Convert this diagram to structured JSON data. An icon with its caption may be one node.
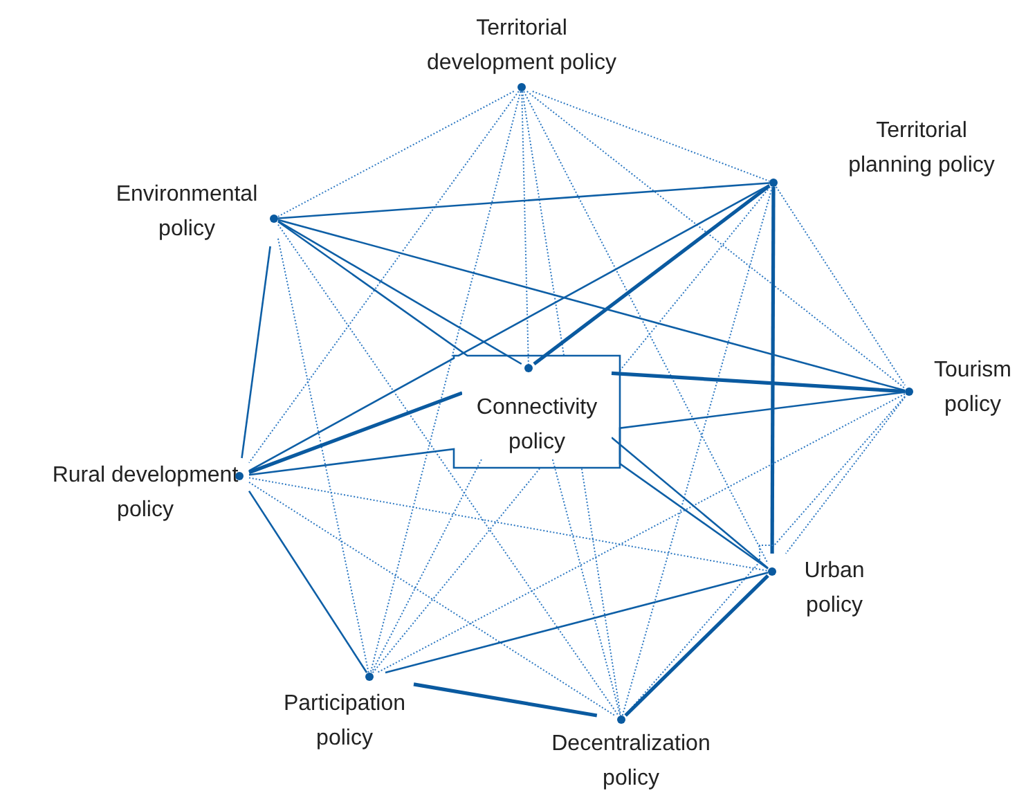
{
  "diagram": {
    "nodes": [
      {
        "text": [
          "Territorial development policy"
        ]
      },
      {
        "text": [
          "Territorial planning policy"
        ]
      },
      {
        "text": [
          "Environmental policy"
        ]
      },
      {
        "text": [
          "Tourism policy"
        ]
      },
      {
        "text": [
          "Connectivity policy"
        ]
      },
      {
        "text": [
          "Rural development policy"
        ]
      },
      {
        "text": [
          "Urban policy"
        ]
      },
      {
        "text": [
          "Participation policy"
        ]
      },
      {
        "text": [
          "Decentralization policy"
        ]
      }
    ],
    "edges": [
      {
        "from": 0,
        "to": 1,
        "arrow": "none",
        "style": "dashed"
      },
      {
        "from": 0,
        "to": 2,
        "arrow": "none",
        "style": "dashed"
      },
      {
        "from": 0,
        "to": 3,
        "arrow": "none",
        "style": "dashed"
      },
      {
        "from": 0,
        "to": 4,
        "arrow": "none",
        "style": "dashed"
      },
      {
        "from": 0,
        "to": 5,
        "arrow": "none",
        "style": "dashed"
      },
      {
        "from": 0,
        "to": 6,
        "arrow": "none",
        "style": "dashed"
      },
      {
        "from": 0,
        "to": 7,
        "arrow": "none",
        "style": "dashed"
      },
      {
        "from": 0,
        "to": 8,
        "arrow": "none",
        "style": "dashed"
      },
      {
        "from": 1,
        "to": 2,
        "arrow": "none"
      },
      {
        "from": 1,
        "to": 3,
        "arrow": "none",
        "style": "dashed"
      },
      {
        "from": 1,
        "to": 4,
        "arrow": "none",
        "style": "thick"
      },
      {
        "from": 1,
        "to": 5,
        "arrow": "none"
      },
      {
        "from": 1,
        "to": 6,
        "arrow": "none",
        "style": "thick"
      },
      {
        "from": 1,
        "to": 7,
        "arrow": "none",
        "style": "dashed"
      },
      {
        "from": 1,
        "to": 8,
        "arrow": "none",
        "style": "dashed"
      },
      {
        "from": 2,
        "to": 3,
        "arrow": "none"
      },
      {
        "from": 2,
        "to": 4,
        "arrow": "none"
      },
      {
        "from": 2,
        "to": 5,
        "arrow": "none"
      },
      {
        "from": 2,
        "to": 6,
        "arrow": "none"
      },
      {
        "from": 2,
        "to": 7,
        "arrow": "none",
        "style": "dashed"
      },
      {
        "from": 2,
        "to": 8,
        "arrow": "none",
        "style": "dashed"
      },
      {
        "from": 3,
        "to": 4,
        "arrow": "none",
        "style": "thick"
      },
      {
        "from": 3,
        "to": 5,
        "arrow": "none"
      },
      {
        "from": 3,
        "to": 6,
        "arrow": "none",
        "style": "dashed"
      },
      {
        "from": 3,
        "to": 7,
        "arrow": "none",
        "style": "dashed"
      },
      {
        "from": 3,
        "to": 8,
        "arrow": "none",
        "style": "dashed"
      },
      {
        "from": 4,
        "to": 5,
        "arrow": "none",
        "style": "thick"
      },
      {
        "from": 4,
        "to": 6,
        "arrow": "none"
      },
      {
        "from": 4,
        "to": 7,
        "arrow": "none",
        "style": "dashed"
      },
      {
        "from": 4,
        "to": 8,
        "arrow": "none",
        "style": "dashed"
      },
      {
        "from": 5,
        "to": 6,
        "arrow": "none",
        "style": "dashed"
      },
      {
        "from": 5,
        "to": 7,
        "arrow": "none"
      },
      {
        "from": 5,
        "to": 8,
        "arrow": "none",
        "style": "dashed"
      },
      {
        "from": 6,
        "to": 7,
        "arrow": "none"
      },
      {
        "from": 6,
        "to": 8,
        "arrow": "none",
        "style": "thick"
      },
      {
        "from": 7,
        "to": 8,
        "arrow": "none",
        "style": "thick"
      }
    ]
  }
}
